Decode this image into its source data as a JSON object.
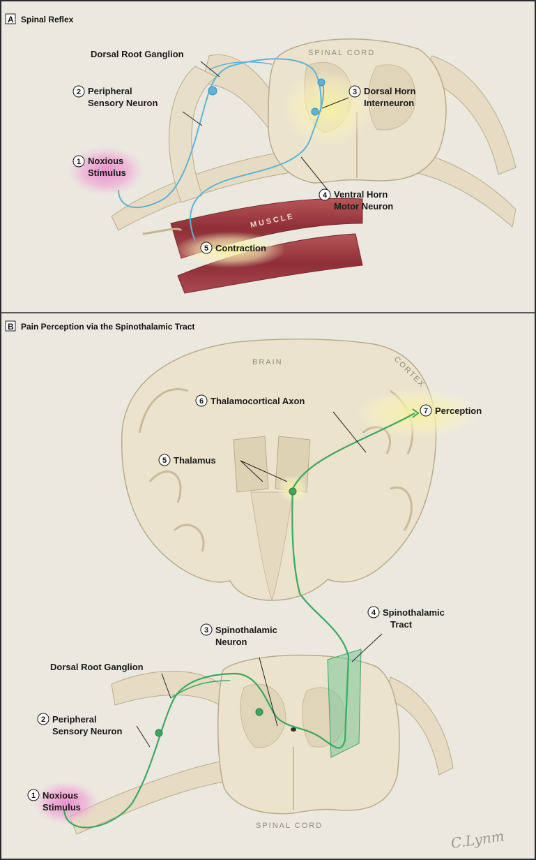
{
  "panel_a": {
    "letter": "A",
    "title": "Spinal Reflex",
    "spinal_cord": "SPINAL CORD",
    "muscle": "MUSCLE",
    "dorsal_root_ganglion": "Dorsal Root Ganglion",
    "label2_line1": "Peripheral",
    "label2_line2": "Sensory Neuron",
    "label3_line1": "Dorsal Horn",
    "label3_line2": "Interneuron",
    "label1_line1": "Noxious",
    "label1_line2": "Stimulus",
    "label4_line1": "Ventral Horn",
    "label4_line2": "Motor Neuron",
    "label5": "Contraction",
    "num1": "1",
    "num2": "2",
    "num3": "3",
    "num4": "4",
    "num5": "5"
  },
  "panel_b": {
    "letter": "B",
    "title": "Pain Perception via the Spinothalamic Tract",
    "brain": "BRAIN",
    "cortex": "CORTEX",
    "label6": "Thalamocortical Axon",
    "label7": "Perception",
    "label5": "Thalamus",
    "label3_line1": "Spinothalamic",
    "label3_line2": "Neuron",
    "label4_line1": "Spinothalamic",
    "label4_line2": "Tract",
    "dorsal_root_ganglion": "Dorsal Root Ganglion",
    "label2_line1": "Peripheral",
    "label2_line2": "Sensory Neuron",
    "label1_line1": "Noxious",
    "label1_line2": "Stimulus",
    "spinal_cord": "SPINAL CORD",
    "num1": "1",
    "num2": "2",
    "num3": "3",
    "num4": "4",
    "num5": "5",
    "num6": "6",
    "num7": "7"
  },
  "signature": "C.Lynm",
  "colors": {
    "background": "#ebe8df",
    "tissue": "#ece3cc",
    "tissue_edge": "#b8ab8c",
    "reflex_nerve": "#5fb3d6",
    "pain_nerve": "#3aa85e",
    "muscle": "#9c3a40",
    "pink_glow": "#e57ac0",
    "yellow_glow": "#f4ee96",
    "tract_fill": "#7cc79a"
  }
}
